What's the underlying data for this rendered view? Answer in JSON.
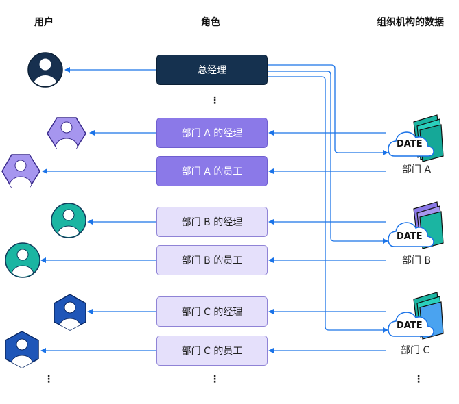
{
  "headers": {
    "users": "用户",
    "roles": "角色",
    "org_data": "组织机构的数据"
  },
  "roles": [
    {
      "label": "总经理"
    },
    {
      "label": "部门 A 的经理"
    },
    {
      "label": "部门 A 的员工"
    },
    {
      "label": "部门 B 的经理"
    },
    {
      "label": "部门 B 的员工"
    },
    {
      "label": "部门 C 的经理"
    },
    {
      "label": "部门 C 的员工"
    }
  ],
  "departments": [
    {
      "name": "部门 A",
      "badge": "DATE"
    },
    {
      "name": "部门 B",
      "badge": "DATE"
    },
    {
      "name": "部门 C",
      "badge": "DATE"
    }
  ],
  "ellipsis": "⋮",
  "colors": {
    "arrow": "#1a73e8",
    "dark_role": "#15314f",
    "purple_role": "#8b79e8",
    "lavender_role": "#e5e0fb",
    "teal_user": "#1bb5a2",
    "blue_user": "#1f56b8"
  }
}
